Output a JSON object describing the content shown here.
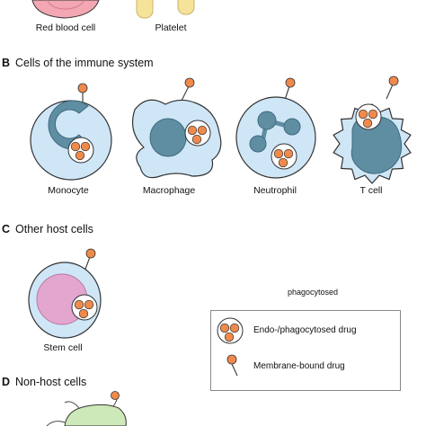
{
  "sections": {
    "b": {
      "letter": "B",
      "title": "Cells of the immune system"
    },
    "c": {
      "letter": "C",
      "title": "Other host cells"
    },
    "d": {
      "letter": "D",
      "title": "Non-host cells"
    }
  },
  "cells": {
    "red_blood_cell": "Red blood cell",
    "platelet": "Platelet",
    "monocyte": "Monocyte",
    "macrophage": "Macrophage",
    "neutrophil": "Neutrophil",
    "t_cell": "T cell",
    "stem_cell": "Stem cell"
  },
  "stray_label": "phagocytosed",
  "legend": {
    "endo": "Endo-/phagocytosed drug",
    "membrane": "Membrane-bound drug"
  },
  "colors": {
    "cytoplasm": "#cfe6f7",
    "nucleus": "#5f8ea3",
    "drug": "#f08a4b",
    "rbc": "#f2a7b3",
    "platelet": "#f6e39a",
    "stem_nucleus": "#e3a6cf",
    "bacterium": "#cde8b9"
  }
}
